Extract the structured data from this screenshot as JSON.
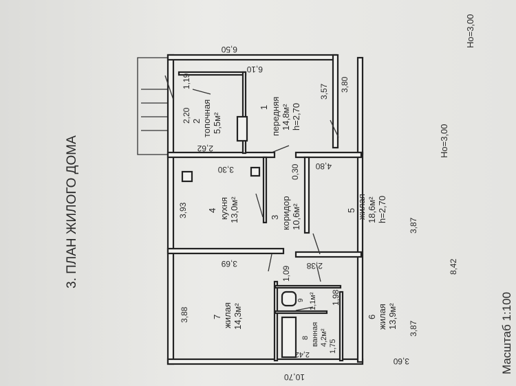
{
  "title": "3. ПЛАН ЖИЛОГО ДОМА",
  "scale": "Масштаб 1:100",
  "ho_top": "Но=3,00",
  "ho_mid": "Но=3,00",
  "rooms": [
    {
      "num": "1",
      "name": "передняя",
      "area": "14,8м²",
      "height": "h=2,70"
    },
    {
      "num": "2",
      "name": "топочная",
      "area": "5,5м²"
    },
    {
      "num": "3",
      "name": "коридор",
      "area": "10,6м²"
    },
    {
      "num": "4",
      "name": "кухня",
      "area": "13,0м²"
    },
    {
      "num": "5",
      "name": "жилая",
      "area": "18,6м²",
      "height": "h=2,70"
    },
    {
      "num": "6",
      "name": "жилая",
      "area": "13,9м²"
    },
    {
      "num": "7",
      "name": "жилая",
      "area": "14,3м²"
    },
    {
      "num": "8",
      "name": "ванная",
      "area": "4,2м²"
    },
    {
      "num": "9",
      "area": "1,1м²"
    }
  ],
  "dims": {
    "d650": "6,50",
    "d610": "6,10",
    "d119": "1,19",
    "d220": "2,20",
    "d262": "2,62",
    "d357": "3,57",
    "d380": "3,80",
    "d330": "3,30",
    "d030": "0,30",
    "d393": "3,93",
    "d480": "4,80",
    "d387a": "3,87",
    "d369": "3,69",
    "d238": "2,38",
    "d109": "1,09",
    "d198": "1,98",
    "d388": "3,88",
    "d387b": "3,87",
    "d842": "8,42",
    "d175": "1,75",
    "d242": "2,42",
    "d360": "3,60",
    "d1070": "10,70"
  }
}
